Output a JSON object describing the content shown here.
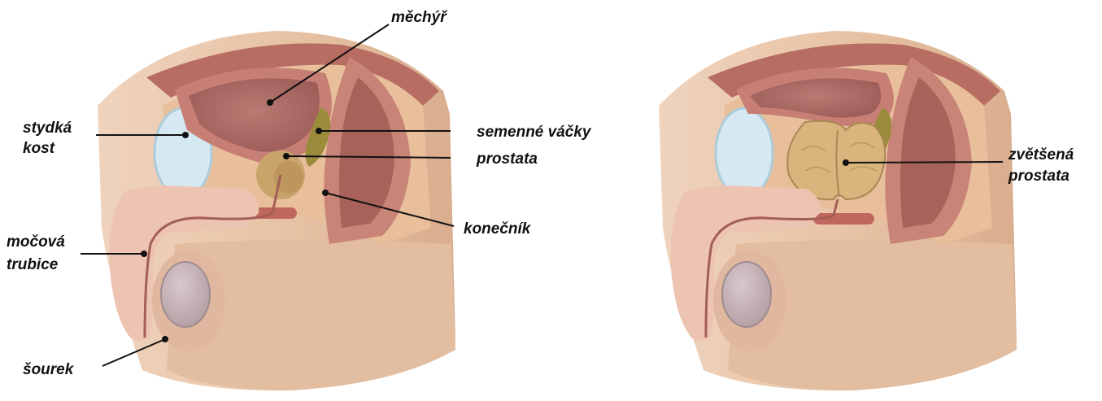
{
  "diagram": {
    "left_panel": {
      "labels": {
        "bladder": "měchýř",
        "pubic_bone_line1": "stydká",
        "pubic_bone_line2": "kost",
        "seminal_vesicles": "semenné váčky",
        "prostate": "prostata",
        "rectum": "konečník",
        "urethra_line1": "močová",
        "urethra_line2": "trubice",
        "scrotum": "šourek"
      }
    },
    "right_panel": {
      "labels": {
        "enlarged_prostate_line1": "zvětšená",
        "enlarged_prostate_line2": "prostata"
      }
    }
  }
}
